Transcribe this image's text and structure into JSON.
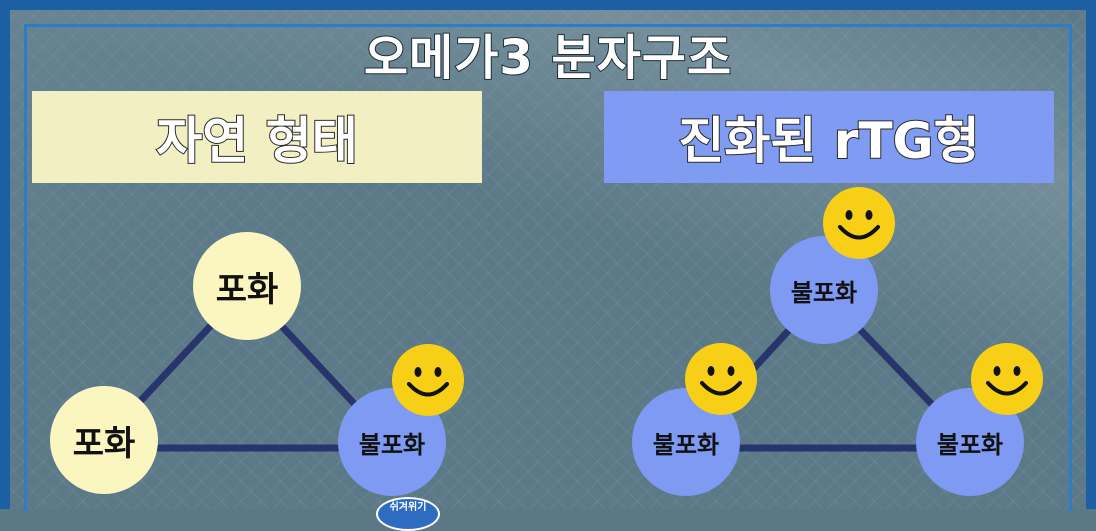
{
  "title": "오메가3 분자구조",
  "panels": {
    "left": "자연 형태",
    "right": "진화된 rTG형"
  },
  "nodes": {
    "sat_top": "포화",
    "sat_left": "포화",
    "unsat_left_diagram": "불포화",
    "unsat_right_top": "불포화",
    "unsat_right_left": "불포화",
    "unsat_right_right": "불포화"
  },
  "badge": "쉬겨위기",
  "colors": {
    "frame": "#1d5fa3",
    "left_panel": "#f2f0c2",
    "right_panel": "#7f9bf2",
    "saturated": "#fbf6bf",
    "unsaturated": "#7f9af2",
    "smiley": "#f7cf16",
    "line": "#28346c"
  },
  "icons": [
    "smiley-face-icon"
  ]
}
